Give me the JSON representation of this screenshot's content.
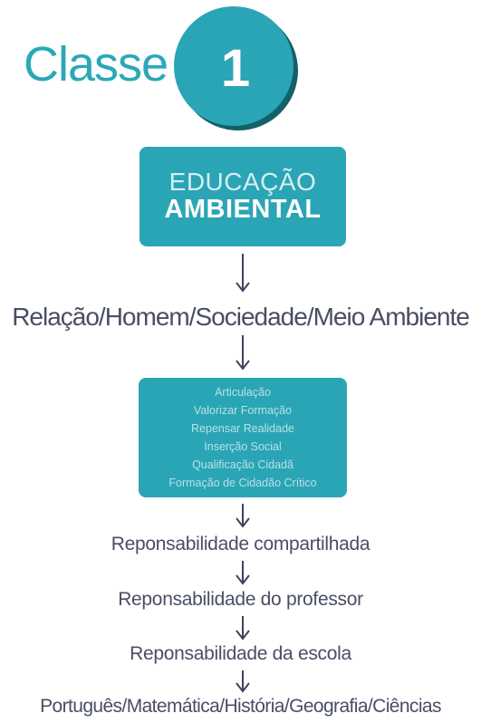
{
  "header": {
    "classe_label": "Classe",
    "class_number": "1"
  },
  "title_box": {
    "line1": "EDUCAÇÃO",
    "line2": "AMBIENTAL"
  },
  "flow": {
    "relacao": "Relação/Homem/Sociedade/Meio Ambiente",
    "items": [
      "Articulação",
      "Valorizar Formação",
      "Repensar Realidade",
      "Inserção Social",
      "Qualificação Cidadã",
      "Formação de Cidadão Crítico"
    ],
    "responsabilidade_compartilhada": "Reponsabilidade compartilhada",
    "responsabilidade_professor": "Reponsabilidade do professor",
    "responsabilidade_escola": "Reponsabilidade da escola",
    "disciplinas": "Português/Matemática/História/Geografia/Ciências"
  },
  "colors": {
    "teal": "#2aa5b5",
    "teal_dark": "#155f6b",
    "text": "#4a4e64",
    "arrow": "#3e4260"
  }
}
